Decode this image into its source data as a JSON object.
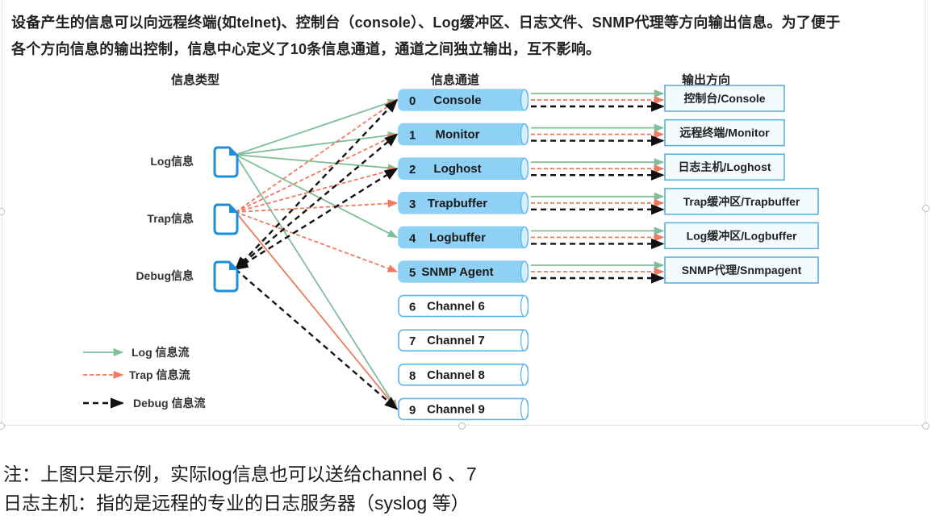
{
  "intro": {
    "line1": "设备产生的信息可以向远程终端(如telnet)、控制台（console）、Log缓冲区、日志文件、SNMP代理等方向输出信息。为了便于",
    "line2": "各个方向信息的输出控制，信息中心定义了10条信息通道，通道之间独立输出，互不影响。"
  },
  "diagram": {
    "columns": {
      "sources_title": "信息类型",
      "channels_title": "信息通道",
      "outputs_title": "输出方向"
    },
    "sources": [
      {
        "id": "log",
        "label": "Log信息"
      },
      {
        "id": "trap",
        "label": "Trap信息"
      },
      {
        "id": "debug",
        "label": "Debug信息"
      }
    ],
    "channels": [
      {
        "num": "0",
        "name": "Console",
        "active": true
      },
      {
        "num": "1",
        "name": "Monitor",
        "active": true
      },
      {
        "num": "2",
        "name": "Loghost",
        "active": true
      },
      {
        "num": "3",
        "name": "Trapbuffer",
        "active": true
      },
      {
        "num": "4",
        "name": "Logbuffer",
        "active": true
      },
      {
        "num": "5",
        "name": "SNMP Agent",
        "active": true
      },
      {
        "num": "6",
        "name": "Channel 6",
        "active": false
      },
      {
        "num": "7",
        "name": "Channel 7",
        "active": false
      },
      {
        "num": "8",
        "name": "Channel 8",
        "active": false
      },
      {
        "num": "9",
        "name": "Channel 9",
        "active": false
      }
    ],
    "outputs": [
      {
        "channel": 0,
        "label": "控制台/Console"
      },
      {
        "channel": 1,
        "label": "远程终端/Monitor"
      },
      {
        "channel": 2,
        "label": "日志主机/Loghost"
      },
      {
        "channel": 3,
        "label": "Trap缓冲区/Trapbuffer"
      },
      {
        "channel": 4,
        "label": "Log缓冲区/Logbuffer"
      },
      {
        "channel": 5,
        "label": "SNMP代理/Snmpagent"
      }
    ],
    "flows": {
      "log": [
        0,
        1,
        2,
        4,
        9
      ],
      "trap": [
        0,
        1,
        2,
        3,
        5,
        9
      ],
      "debug": [
        0,
        1,
        2,
        9
      ]
    },
    "legend": [
      {
        "flow": "log",
        "label": "Log 信息流"
      },
      {
        "flow": "trap",
        "label": "Trap 信息流"
      },
      {
        "flow": "debug",
        "label": "Debug 信息流"
      }
    ],
    "colors": {
      "log": "#7fbf9a",
      "trap": "#ef7a62",
      "debug": "#111111",
      "channel_fill": "#8fd0f5",
      "channel_border": "#5bb6ea",
      "icon_border": "#1e8fd8",
      "output_border": "#5bb0de",
      "output_fill": "#f4fbff"
    }
  },
  "notes": {
    "line1": "注：上图只是示例，实际log信息也可以送给channel 6 、7",
    "line2": "日志主机：指的是远程的专业的日志服务器（syslog 等）"
  }
}
